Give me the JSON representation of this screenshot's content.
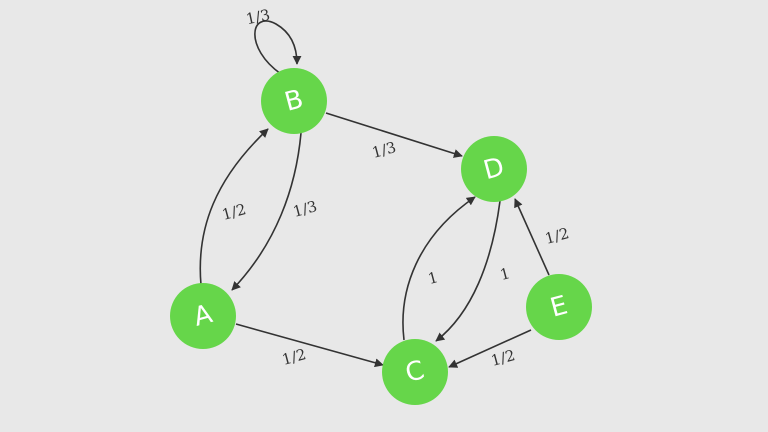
{
  "colors": {
    "background": "#e8e8e8",
    "node_fill": "#66d64a",
    "node_text": "#ffffff",
    "edge": "#333333"
  },
  "nodes": [
    {
      "id": "A",
      "label": "A"
    },
    {
      "id": "B",
      "label": "B"
    },
    {
      "id": "C",
      "label": "C"
    },
    {
      "id": "D",
      "label": "D"
    },
    {
      "id": "E",
      "label": "E"
    }
  ],
  "edges": [
    {
      "id": "B-B",
      "from": "B",
      "to": "B",
      "label": "1/3"
    },
    {
      "id": "A-B",
      "from": "A",
      "to": "B",
      "label": "1/2"
    },
    {
      "id": "B-A",
      "from": "B",
      "to": "A",
      "label": "1/3"
    },
    {
      "id": "B-D",
      "from": "B",
      "to": "D",
      "label": "1/3"
    },
    {
      "id": "A-C",
      "from": "A",
      "to": "C",
      "label": "1/2"
    },
    {
      "id": "C-D",
      "from": "C",
      "to": "D",
      "label": "1"
    },
    {
      "id": "D-C",
      "from": "D",
      "to": "C",
      "label": "1"
    },
    {
      "id": "E-D",
      "from": "E",
      "to": "D",
      "label": "1/2"
    },
    {
      "id": "E-C",
      "from": "E",
      "to": "C",
      "label": "1/2"
    }
  ]
}
